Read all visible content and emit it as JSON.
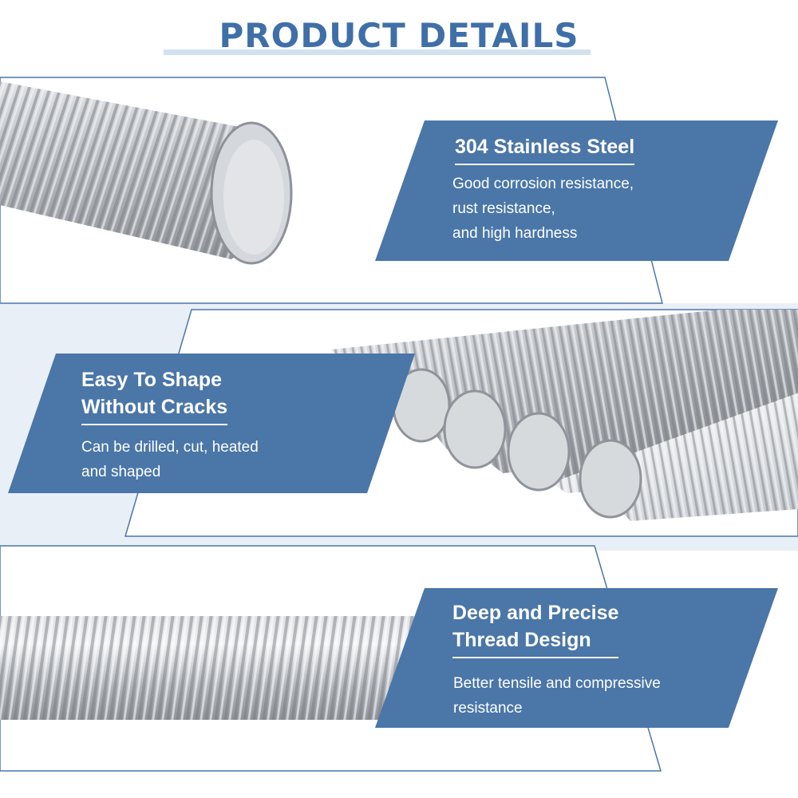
{
  "header": {
    "title": "PRODUCT DETAILS"
  },
  "colors": {
    "accent": "#4a76a8",
    "title": "#3f6fa8",
    "tint": "#e9eff6",
    "steel": "#c9ccd0"
  },
  "features": [
    {
      "title": "304 Stainless Steel",
      "body": "Good corrosion resistance,\nrust resistance,\nand high hardness",
      "image": "threaded-rod-end-closeup"
    },
    {
      "title": "Easy To Shape\nWithout Cracks",
      "body": "Can be drilled, cut, heated\nand shaped",
      "image": "bundle-of-threaded-rods"
    },
    {
      "title": "Deep and Precise\nThread Design",
      "body": "Better tensile and compressive\nresistance",
      "image": "threaded-rod-side-view"
    }
  ]
}
